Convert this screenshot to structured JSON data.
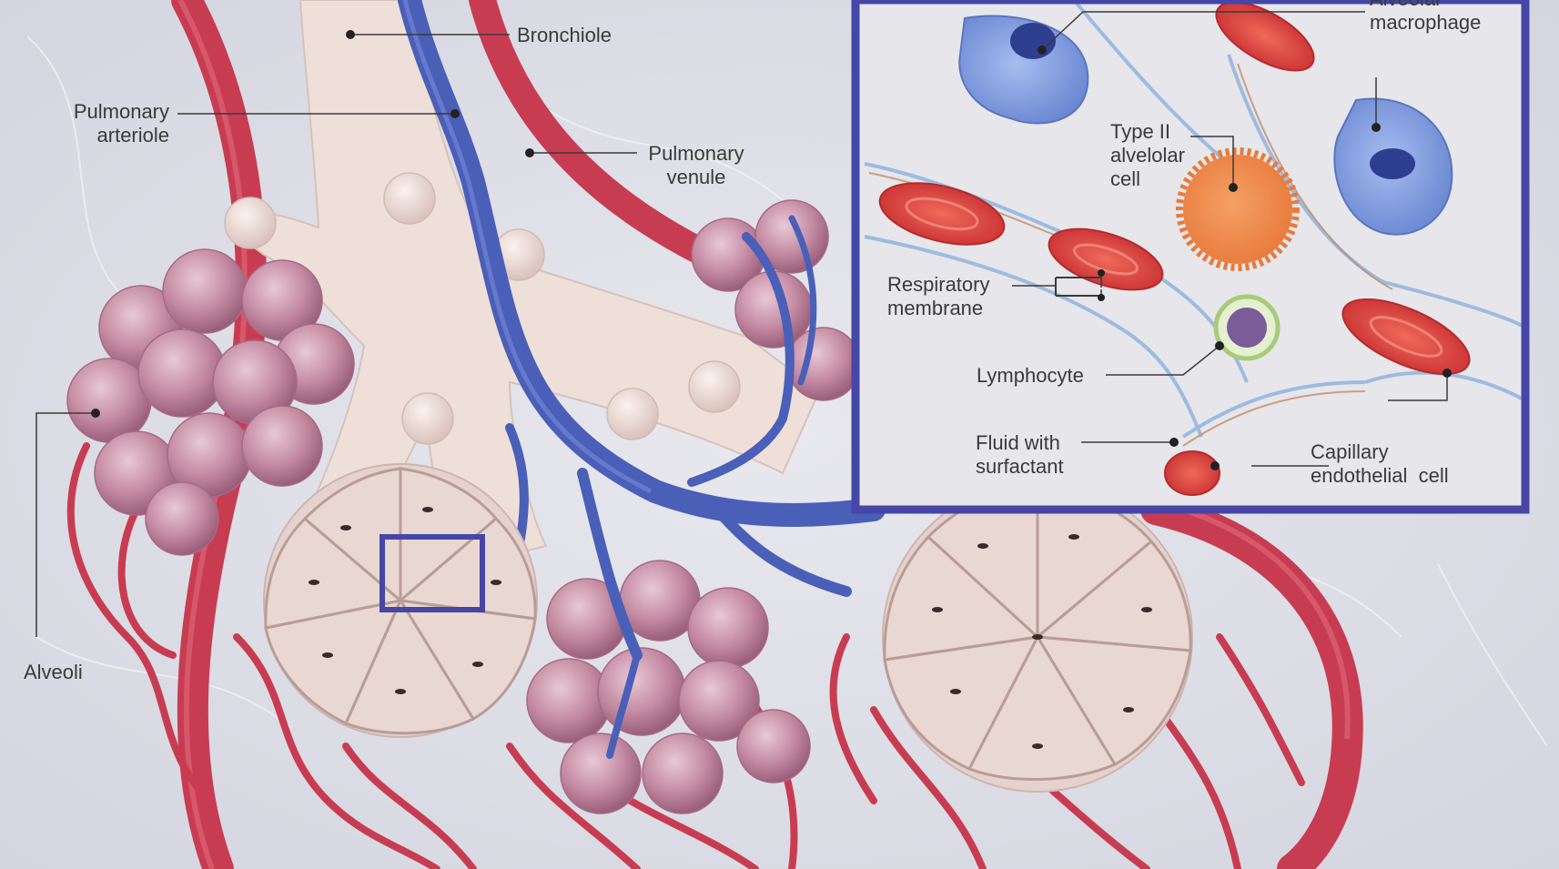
{
  "labels": {
    "bronchiole": "Bronchiole",
    "pulmonary_arteriole": [
      "Pulmonary",
      "arteriole"
    ],
    "pulmonary_venule": [
      "Pulmonary",
      "venule"
    ],
    "alveoli": "Alveoli",
    "alveolar_macrophage": [
      "Alveolar",
      "macrophage"
    ],
    "type_ii_alveolar_cell": [
      "Type II",
      "alvelolar",
      "cell"
    ],
    "respiratory_membrane": [
      "Respiratory",
      "membrane"
    ],
    "lymphocyte": "Lymphocyte",
    "fluid_with_surfactant": [
      "Fluid with",
      "surfactant"
    ],
    "capillary_endothelial_cell": [
      "Capillary",
      "endothelial  cell"
    ]
  },
  "colors": {
    "background": "#dcdde6",
    "artery": "#c83c52",
    "vein": "#4a5fb8",
    "bronchiole": "#f0e2dc",
    "alveoli_cluster": "#c48aa2",
    "inset_border": "#4646a6",
    "red_blood_cell": "#dc3b3a",
    "type_ii_cell": "#f08a4a",
    "macrophage": "#7a96d8"
  }
}
